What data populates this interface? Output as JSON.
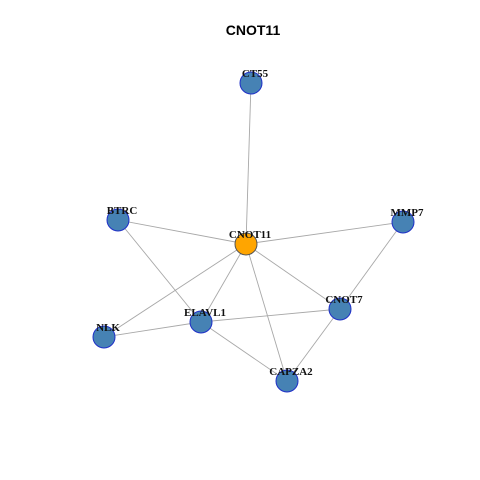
{
  "title": "CNOT11",
  "colors": {
    "center_fill": "#FFA500",
    "center_stroke": "#555555",
    "node_fill": "#4682B4",
    "node_stroke": "#1F2FC8",
    "edge": "#A8A8A8"
  },
  "nodes": [
    {
      "id": "CNOT11",
      "label": "CNOT11",
      "center": true
    },
    {
      "id": "CT55",
      "label": "CT55",
      "center": false
    },
    {
      "id": "BTRC",
      "label": "BTRC",
      "center": false
    },
    {
      "id": "MMP7",
      "label": "MMP7",
      "center": false
    },
    {
      "id": "CNOT7",
      "label": "CNOT7",
      "center": false
    },
    {
      "id": "ELAVL1",
      "label": "ELAVL1",
      "center": false
    },
    {
      "id": "NLK",
      "label": "NLK",
      "center": false
    },
    {
      "id": "CAPZA2",
      "label": "CAPZA2",
      "center": false
    }
  ],
  "edges": [
    [
      "CNOT11",
      "CT55"
    ],
    [
      "CNOT11",
      "BTRC"
    ],
    [
      "CNOT11",
      "MMP7"
    ],
    [
      "CNOT11",
      "CNOT7"
    ],
    [
      "CNOT11",
      "ELAVL1"
    ],
    [
      "CNOT11",
      "NLK"
    ],
    [
      "CNOT11",
      "CAPZA2"
    ],
    [
      "BTRC",
      "ELAVL1"
    ],
    [
      "MMP7",
      "CNOT7"
    ],
    [
      "ELAVL1",
      "CNOT7"
    ],
    [
      "NLK",
      "ELAVL1"
    ],
    [
      "ELAVL1",
      "CAPZA2"
    ],
    [
      "CNOT7",
      "CAPZA2"
    ]
  ]
}
